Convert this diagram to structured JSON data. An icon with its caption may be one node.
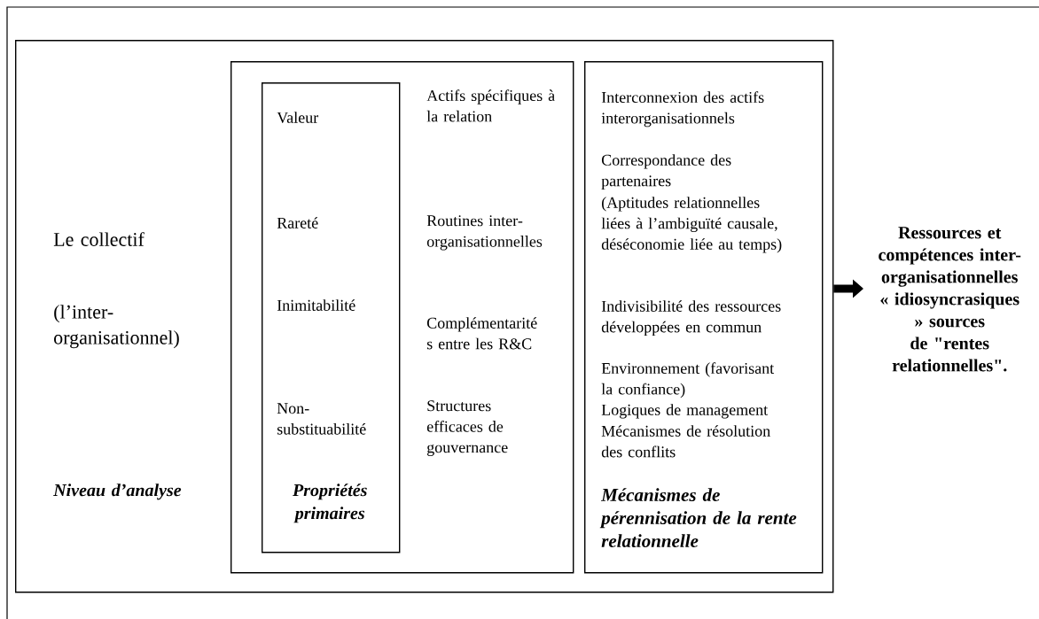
{
  "diagram": {
    "nodes": [
      {
        "text": [
          "Le collectif",
          "(l’inter- organisationnel)",
          "Niveau d’analyse"
        ]
      },
      {
        "text": [
          "Actifs spécifiques à la relation",
          "Routines inter- organisationnelles",
          "Complémentarité s entre les R&C",
          "Structures efficaces de gouvernance"
        ],
        "in": 0
      },
      {
        "text": [
          "Valeur",
          "Rareté",
          "Inimitabilité",
          "Non- substituabilité",
          "Propriétés primaires"
        ],
        "in": 1
      },
      {
        "text": [
          "Interconnexion des actifs interorganisationnels",
          "Correspondance des partenaires",
          "(Aptitudes relationnelles liées à l’ambiguïté causale, déséconomie liée au temps)",
          "Indivisibilité des ressources développées en commun",
          "Environnement (favorisant la confiance)",
          "Logiques de management",
          "Mécanismes de résolution des conflits",
          "Mécanismes de pérennisation de la rente relationnelle"
        ],
        "in": 0
      },
      {
        "text": [
          "Ressources et compétences inter- organisationnelles « idiosyncrasiques » sources de \"rentes relationnelles\"."
        ]
      }
    ],
    "edges": [
      {
        "from": 0,
        "to": 4,
        "arrow": "to"
      }
    ]
  }
}
